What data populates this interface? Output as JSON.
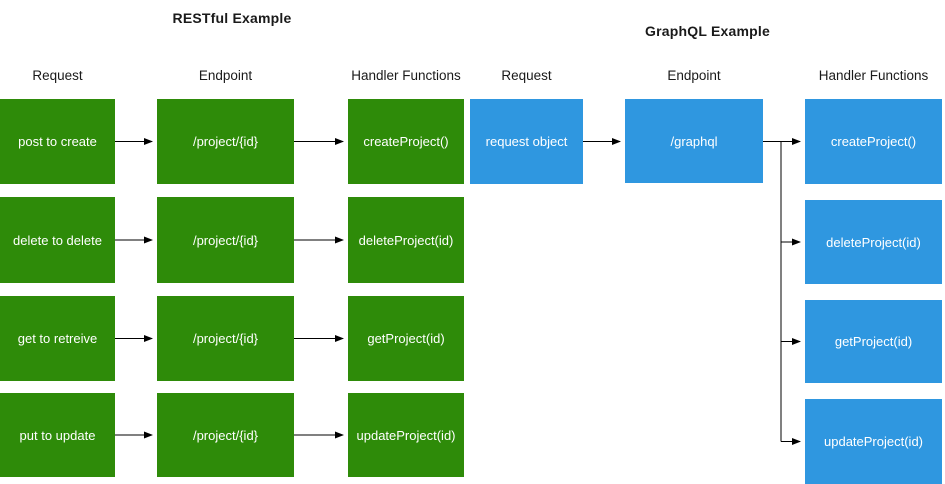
{
  "colors": {
    "rest_box_green": "#2e8b09",
    "graphql_box_blue": "#2f97e0",
    "connector_line": "#000000",
    "box_text": "#ffffff",
    "label_text": "#1a1a1a"
  },
  "rest": {
    "title": "RESTful Example",
    "headers": {
      "request": "Request",
      "endpoint": "Endpoint",
      "handlers": "Handler Functions"
    },
    "rows": [
      {
        "request": "post to create",
        "endpoint": "/project/{id}",
        "handler": "createProject()"
      },
      {
        "request": "delete to delete",
        "endpoint": "/project/{id}",
        "handler": "deleteProject(id)"
      },
      {
        "request": "get to retreive",
        "endpoint": "/project/{id}",
        "handler": "getProject(id)"
      },
      {
        "request": "put to update",
        "endpoint": "/project/{id}",
        "handler": "updateProject(id)"
      }
    ]
  },
  "graphql": {
    "title": "GraphQL Example",
    "headers": {
      "request": "Request",
      "endpoint": "Endpoint",
      "handlers": "Handler Functions"
    },
    "request": "request object",
    "endpoint": "/graphql",
    "handlers": [
      "createProject()",
      "deleteProject(id)",
      "getProject(id)",
      "updateProject(id)"
    ]
  }
}
